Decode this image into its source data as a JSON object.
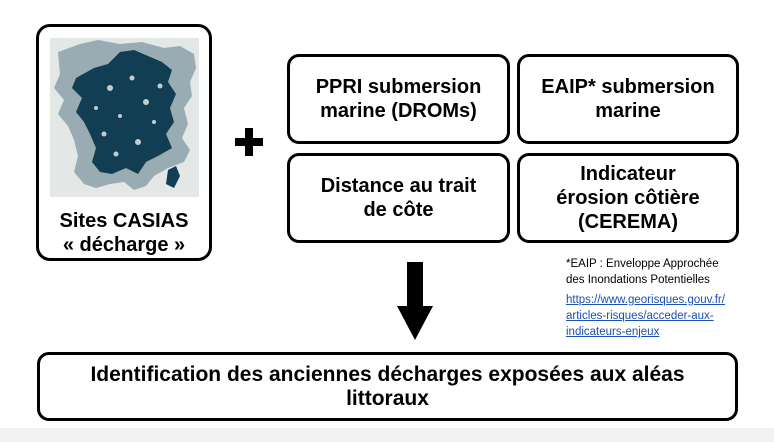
{
  "casias": {
    "line1": "Sites CASIAS",
    "line2": "« décharge »"
  },
  "boxes": {
    "ppri": [
      "PPRI submersion",
      "marine (DROMs)"
    ],
    "eaip": [
      "EAIP* submersion",
      "marine"
    ],
    "distance": [
      "Distance au trait",
      "de côte"
    ],
    "erosion": [
      "Indicateur",
      "érosion côtière",
      "(CEREMA)"
    ]
  },
  "footnote": {
    "note_lines": [
      "*EAIP : Enveloppe Approchée",
      "des Inondations Potentielles"
    ],
    "link_lines": [
      "https://www.georisques.gouv.fr/",
      "articles-risques/acceder-aux-",
      "indicateurs-enjeux"
    ]
  },
  "result": [
    "Identification des anciennes décharges exposées aux aléas",
    "littoraux"
  ],
  "icons": {
    "plus": "plus-icon",
    "arrow": "down-arrow-icon",
    "map": "france-map-image"
  },
  "colors": {
    "map_fill": "#113e52",
    "map_background": "#e3e7e6",
    "link": "#1a4fb5"
  }
}
